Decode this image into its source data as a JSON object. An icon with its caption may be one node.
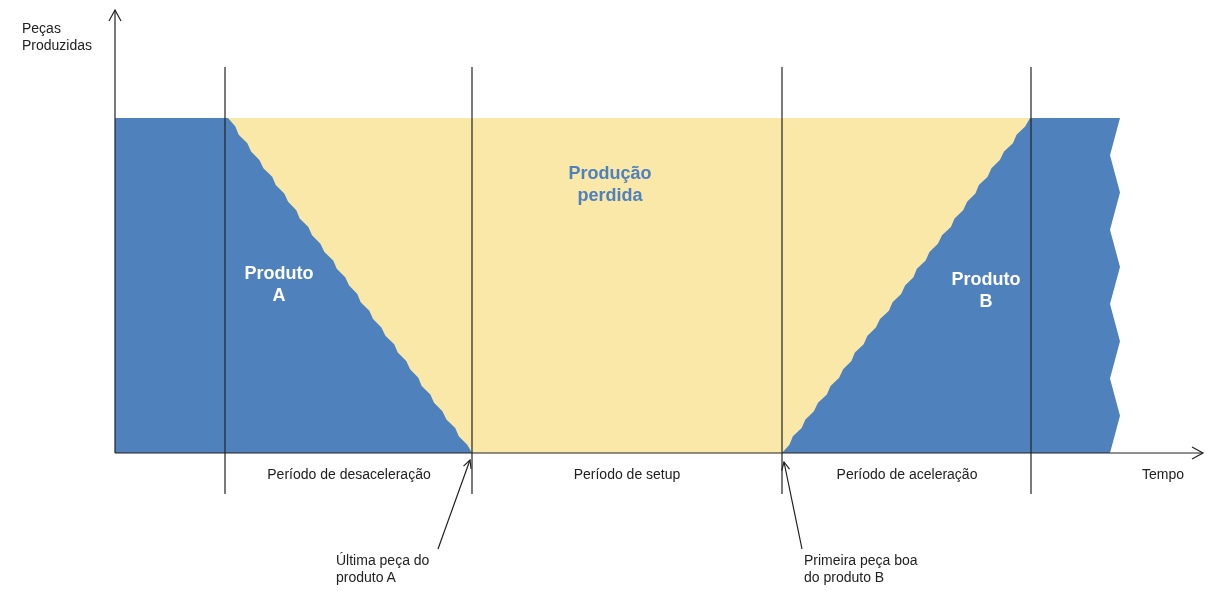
{
  "diagram": {
    "nodes": [
      {
        "text": [
          "Última peça do produto A"
        ]
      },
      {
        "text": [
          "Primeira peça boa do produto B"
        ]
      }
    ],
    "edges": [
      {
        "from": 0,
        "to": null,
        "arrow": "to"
      },
      {
        "from": 1,
        "to": null,
        "arrow": "to"
      }
    ],
    "labels": [
      "Peças Produzidas",
      "Produção perdida",
      "Produto A",
      "Produto B",
      "Período de desaceleração",
      "Período de setup",
      "Período de aceleração",
      "Tempo"
    ]
  }
}
